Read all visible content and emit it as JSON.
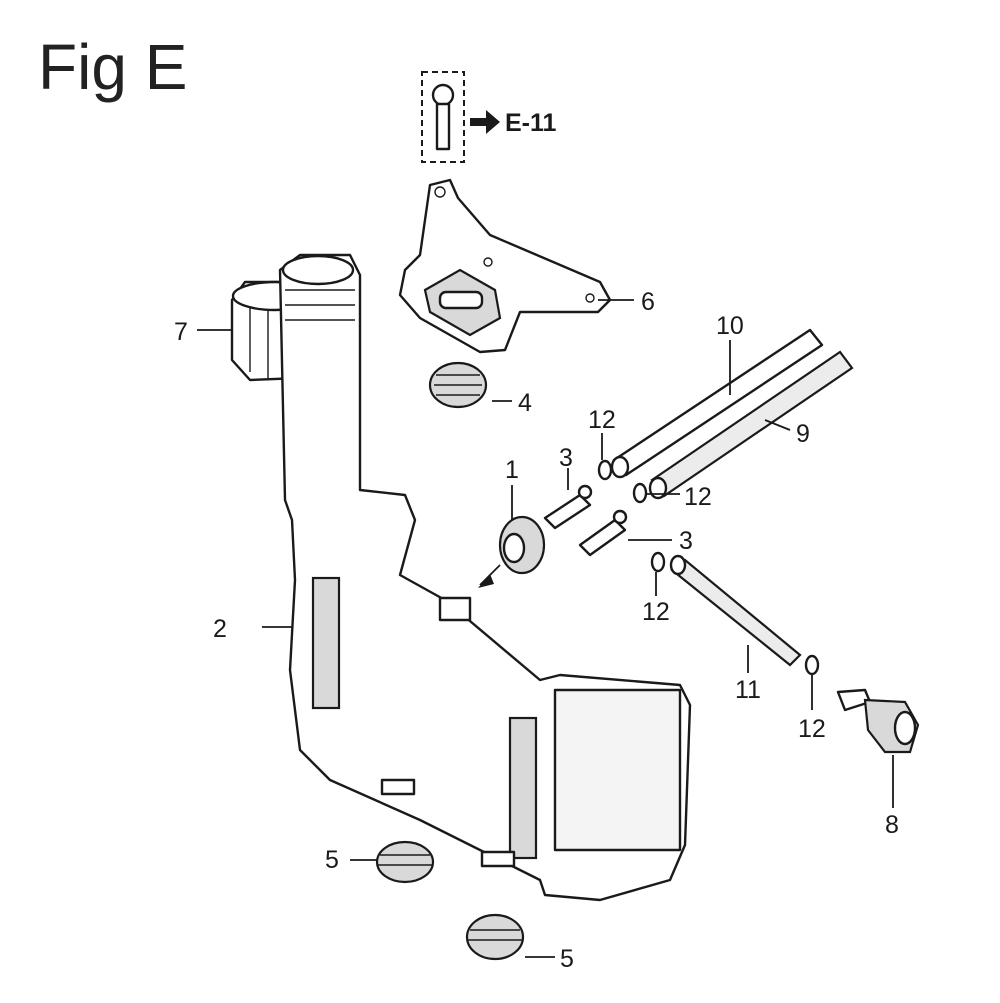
{
  "figure": {
    "title": "Fig E",
    "reference": "E-11"
  },
  "callouts": {
    "c1": "1",
    "c2": "2",
    "c3a": "3",
    "c3b": "3",
    "c4": "4",
    "c5a": "5",
    "c5b": "5",
    "c6": "6",
    "c7": "7",
    "c8": "8",
    "c9": "9",
    "c10": "10",
    "c11": "11",
    "c12a": "12",
    "c12b": "12",
    "c12c": "12",
    "c12d": "12"
  }
}
